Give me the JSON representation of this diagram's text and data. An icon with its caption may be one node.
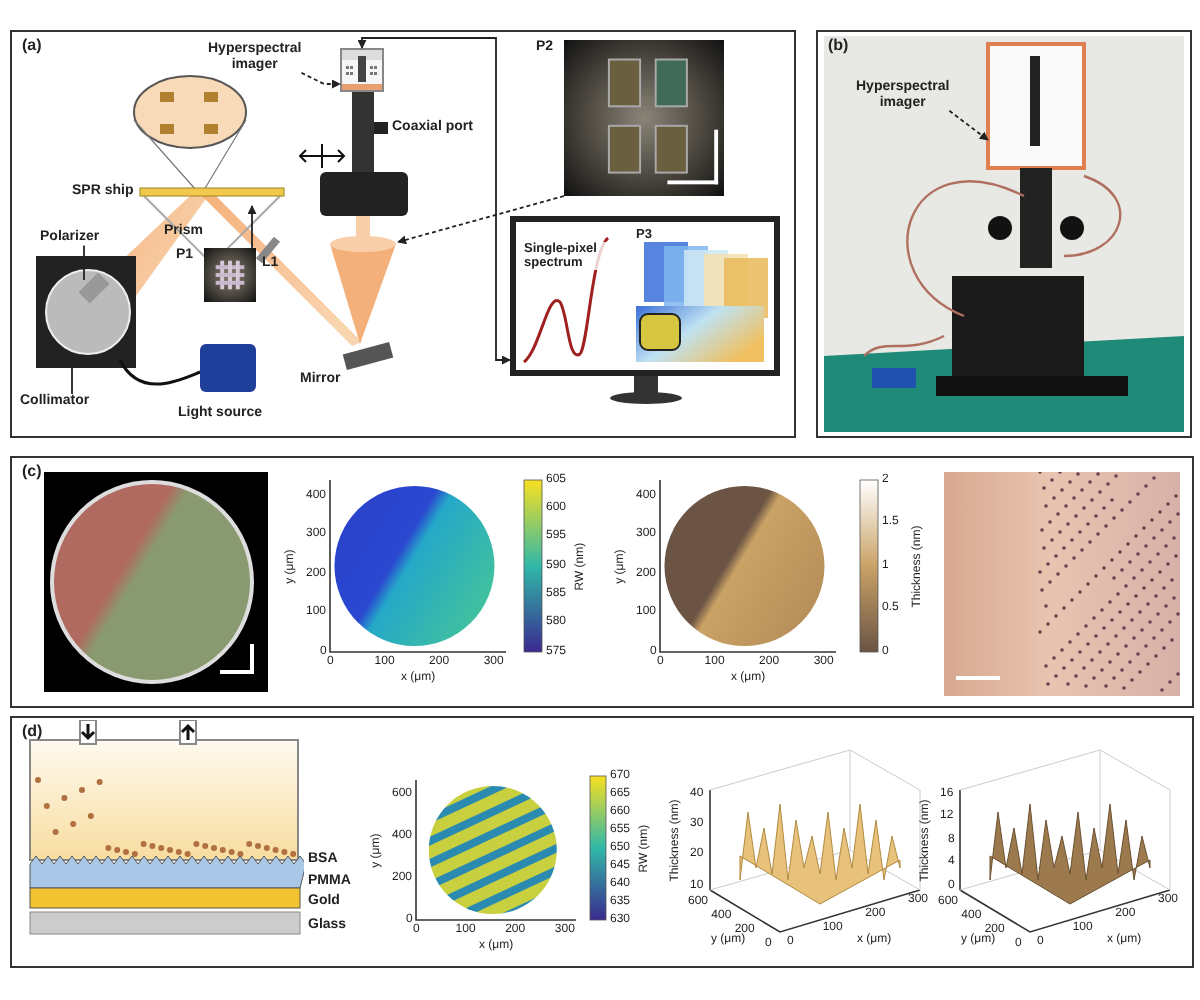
{
  "diagram": {
    "nodes": [
      {
        "text": [
          "(a)"
        ]
      },
      {
        "text": [
          "Hyperspectral imager"
        ],
        "in": 0
      },
      {
        "text": [],
        "shape": "picture",
        "in": 0
      },
      {
        "text": [
          "Polarizer"
        ],
        "in": 0
      },
      {
        "text": [
          "Collimator"
        ],
        "in": 0
      },
      {
        "text": [
          "P1"
        ],
        "in": 0
      },
      {
        "text": [
          "P2"
        ],
        "in": 0
      },
      {
        "text": [
          "Single-pixel spectrum",
          "P3"
        ],
        "in": 0
      },
      {
        "text": [
          "(b)"
        ]
      },
      {
        "text": [
          "Hyperspectral imager"
        ],
        "in": 8
      },
      {
        "text": [
          "(c)"
        ]
      },
      {
        "text": [
          "(d)"
        ]
      }
    ],
    "edges": [
      {
        "from": 1,
        "to": 2,
        "arrow": "to",
        "style": "dashed"
      },
      {
        "from": 7,
        "to": 2,
        "arrow": "both"
      },
      {
        "from": 3,
        "to": null,
        "arrow": "none"
      },
      {
        "from": 4,
        "to": null,
        "arrow": "none"
      },
      {
        "from": 5,
        "to": null,
        "arrow": "to"
      },
      {
        "from": 6,
        "to": null,
        "arrow": "to",
        "style": "dashed"
      },
      {
        "from": 9,
        "to": null,
        "arrow": "to",
        "style": "dashed"
      }
    ],
    "labels": [
      "Coaxial port",
      "SPR ship",
      "Prism",
      "Light source",
      "L1",
      "Mirror",
      "y (μm)",
      "400",
      "300",
      "200",
      "100",
      "0",
      "0",
      "100",
      "200",
      "300",
      "x (μm)",
      "605",
      "600",
      "595",
      "590",
      "585",
      "580",
      "575",
      "RW (nm)",
      "y (μm)",
      "400",
      "300",
      "200",
      "100",
      "0",
      "0",
      "100",
      "200",
      "300",
      "x (μm)",
      "2",
      "1.5",
      "1",
      "0.5",
      "0",
      "Thickness (nm)",
      "BSA",
      "PMMA",
      "Gold",
      "Glass",
      "y (μm)",
      "600",
      "400",
      "200",
      "0",
      "0",
      "100",
      "200",
      "300",
      "x (μm)",
      "670",
      "665",
      "660",
      "655",
      "650",
      "645",
      "640",
      "635",
      "630",
      "RW (nm)",
      "Thickness (nm)",
      "40",
      "30",
      "20",
      "10",
      "600",
      "400",
      "200",
      "0",
      "y (μm)",
      "0",
      "100",
      "200",
      "300",
      "x (μm)",
      "Thickness (nm)",
      "16",
      "12",
      "8",
      "4",
      "0",
      "600",
      "400",
      "200",
      "0",
      "y (μm)",
      "0",
      "100",
      "200",
      "300",
      "x (μm)"
    ]
  }
}
